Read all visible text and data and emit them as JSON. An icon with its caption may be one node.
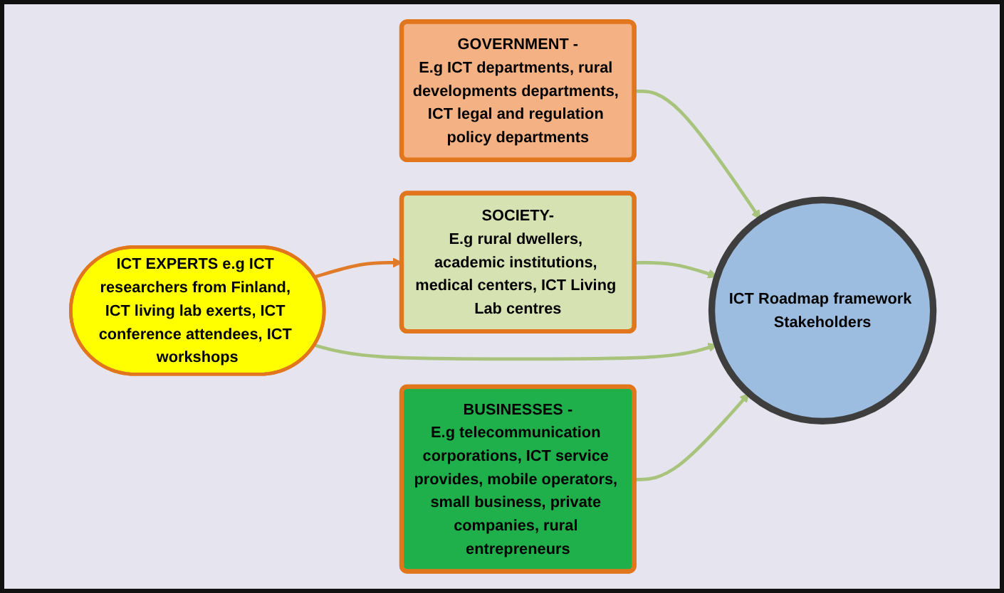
{
  "diagram": {
    "nodes": [
      {
        "text": [
          "GOVERNMENT -",
          "E.g ICT departments, rural developments departments, ICT legal and regulation policy departments"
        ]
      },
      {
        "text": [
          "SOCIETY-",
          "E.g rural dwellers, academic institutions, medical centers, ICT Living Lab centres"
        ]
      },
      {
        "text": [
          "ICT Roadmap framework Stakeholders"
        ]
      },
      {
        "text": [
          "ICT EXPERTS e.g ICT researchers from Finland, ICT living lab exerts, ICT conference attendees, ICT workshops"
        ]
      },
      {
        "text": [
          "BUSINESSES -",
          "E.g telecommunication corporations, ICT service provides, mobile operators, small business, private companies, rural entrepreneurs"
        ]
      }
    ],
    "edges": [
      {
        "from": 0,
        "to": 2,
        "arrow": "to"
      },
      {
        "from": 1,
        "to": 2,
        "arrow": "to"
      },
      {
        "from": 3,
        "to": 1,
        "arrow": "to",
        "color": "#e07b2a"
      },
      {
        "from": 3,
        "to": 2,
        "arrow": "to"
      },
      {
        "from": 4,
        "to": 2,
        "arrow": "to"
      }
    ]
  }
}
